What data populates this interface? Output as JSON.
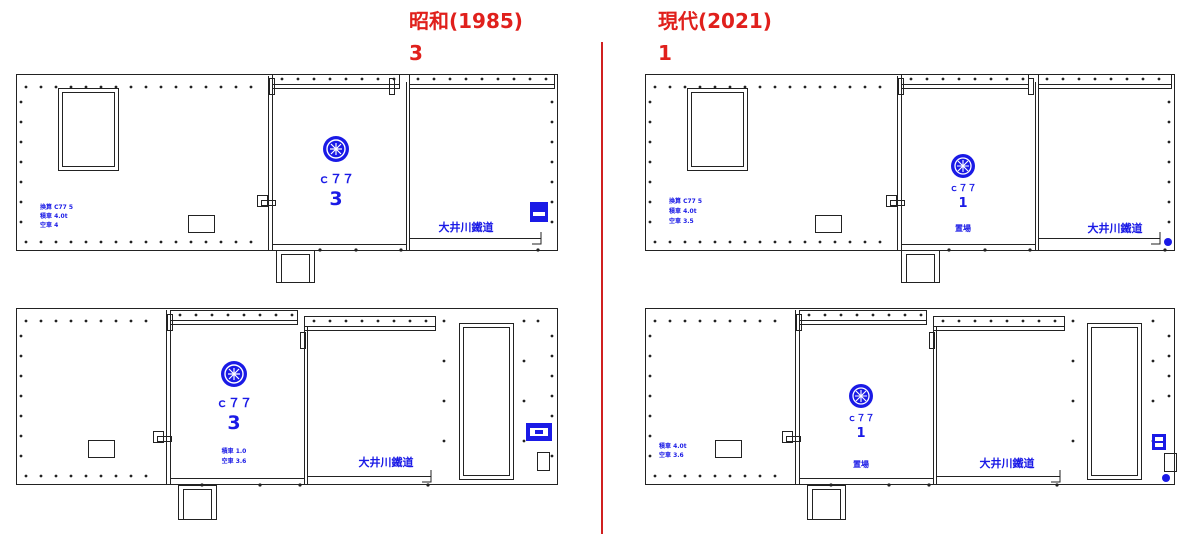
{
  "eras": [
    {
      "title": "昭和(1985)",
      "number": "3"
    },
    {
      "title": "現代(2021)",
      "number": "1"
    }
  ],
  "panels": {
    "showa_a": {
      "car_type": "ｃ７７",
      "car_number": "3",
      "operator": "大井川鐵道",
      "specs": [
        "換算 C77 5",
        "積車 4.0t",
        "空車 4"
      ]
    },
    "showa_b": {
      "car_type": "ｃ７７",
      "car_number": "3",
      "operator": "大井川鐵道",
      "specs": [
        "積車 1.0",
        "空車 3.6"
      ]
    },
    "modern_a": {
      "car_type": "ｃ７７",
      "car_number": "1",
      "operator": "大井川鐵道",
      "mark": "置場",
      "specs": [
        "換算 C77 5",
        "積車 4.0t",
        "空車 3.5"
      ]
    },
    "modern_b": {
      "car_type": "ｃ７７",
      "car_number": "1",
      "operator": "大井川鐵道",
      "mark": "置場",
      "specs": [
        "積車 4.0t",
        "空車 3.6"
      ]
    }
  },
  "colors": {
    "era_title": "#e0201c",
    "divider": "#d02020",
    "line": "#222222",
    "marking": "#1a1ae6"
  },
  "icons": [
    "emblem-icon",
    "sign-icon",
    "wheel-icon"
  ]
}
